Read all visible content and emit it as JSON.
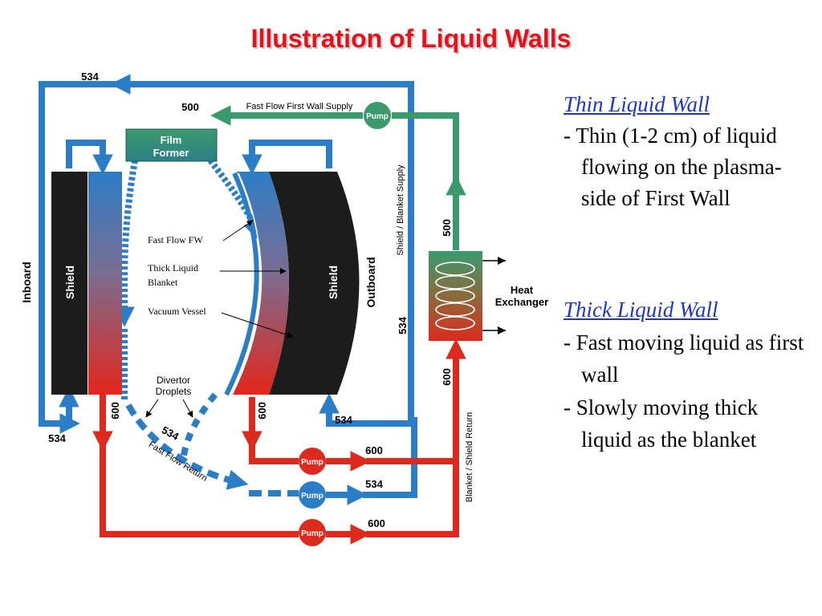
{
  "title": "Illustration of Liquid Walls",
  "diagram": {
    "labels": {
      "film_former_line1": "Film",
      "film_former_line2": "Former",
      "fast_flow_first_wall_supply": "Fast Flow First Wall Supply",
      "inboard": "Inboard",
      "outboard": "Outboard",
      "shield_left": "Shield",
      "shield_right": "Shield",
      "fast_flow_fw": "Fast Flow FW",
      "thick_liquid_blanket_line1": "Thick Liquid",
      "thick_liquid_blanket_line2": "Blanket",
      "vacuum_vessel": "Vacuum Vessel",
      "divertor_droplets_line1": "Divertor",
      "divertor_droplets_line2": "Droplets",
      "fast_flow_return": "Fast Flow Return",
      "shield_blanket_supply": "Shield / Blanket Supply",
      "blanket_shield_return": "Blanket / Shield Return",
      "heat_exchanger_line1": "Heat",
      "heat_exchanger_line2": "Exchanger",
      "pump_top": "Pump",
      "pump_red_upper": "Pump",
      "pump_blue": "Pump",
      "pump_red_lower": "Pump"
    },
    "temps": {
      "top_loop": "534",
      "film_supply": "500",
      "hx_outlet": "500",
      "inboard_return": "534",
      "inboard_outlet": "600",
      "fast_return": "534",
      "outboard_outlet": "600",
      "outboard_inlet": "534",
      "red_pump_upper_out": "600",
      "blue_pump_out": "534",
      "red_pump_lower_out": "600",
      "supply_riser": "534",
      "hx_inlet": "600"
    },
    "colors": {
      "blue": "#2b7dc6",
      "red": "#dd2a1e",
      "green": "#3a9a6e",
      "black": "#1c1c1c"
    }
  },
  "thin": {
    "heading": "Thin Liquid Wall",
    "item1": "- Thin (1-2 cm) of liquid flowing on the plasma-side of First Wall"
  },
  "thick": {
    "heading": "Thick Liquid Wall",
    "item1": "- Fast moving liquid as first wall",
    "item2": "- Slowly moving thick liquid as the blanket"
  }
}
